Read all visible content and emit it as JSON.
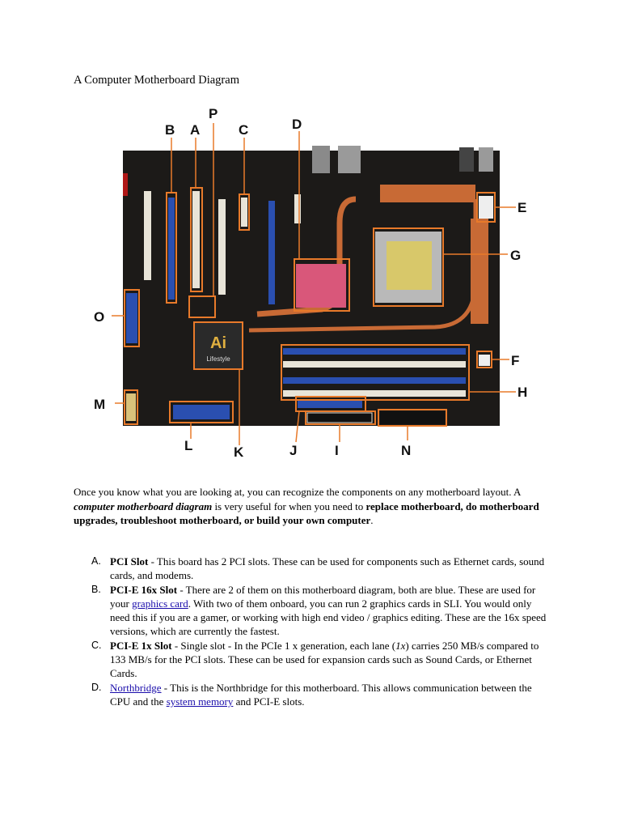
{
  "doc": {
    "title": "A Computer Motherboard Diagram"
  },
  "intro": {
    "part1": "Once you know what you are looking at, you can recognize the components on any motherboard layout. A ",
    "bold_italic": "computer motherboard diagram",
    "part2": " is very useful for when you need to ",
    "bold": "replace motherboard, do motherboard upgrades, troubleshoot motherboard, or build your own computer",
    "part3": "."
  },
  "diagram": {
    "labels": {
      "P": "P",
      "B": "B",
      "A": "A",
      "C": "C",
      "D": "D",
      "E": "E",
      "G": "G",
      "O": "O",
      "F": "F",
      "H": "H",
      "M": "M",
      "L": "L",
      "K": "K",
      "J": "J",
      "I": "I",
      "N": "N"
    },
    "chip_text": "Ai",
    "chip_subtext": "Lifestyle",
    "colors": {
      "pcb": "#1c1a18",
      "highlight": "#e87a2a",
      "copper": "#c86a35",
      "pcie": "#2a4fb0",
      "pci": "#e8e4d8"
    }
  },
  "items": [
    {
      "marker": "A.",
      "term": "PCI Slot",
      "text": " - This board has 2 PCI slots. These can be used for components such as Ethernet cards, sound cards, and modems."
    },
    {
      "marker": "B.",
      "term": "PCI-E 16x Slot",
      "text1": " - There are 2 of them on this motherboard diagram, both are blue. These are used for your ",
      "link": "graphics card",
      "text2": ". With two of them onboard, you can run 2 graphics cards in SLI. You would only need this if you are a gamer, or working with high end video / graphics editing. These are the 16x speed versions, which are currently the fastest."
    },
    {
      "marker": "C.",
      "term": "PCI-E 1x Slot",
      "text1": " - Single slot - In the PCIe 1 x generation, each lane (",
      "em": "1x",
      "text2": ") carries 250 MB/s compared to 133 MB/s for the PCI slots. These can be used for expansion cards such as Sound Cards, or Ethernet Cards."
    },
    {
      "marker": "D.",
      "link1": "Northbridge",
      "text1": " - This is the Northbridge for this motherboard. This allows communication between the CPU and the ",
      "link2": "system memory",
      "text2": " and PCI-E slots."
    }
  ]
}
